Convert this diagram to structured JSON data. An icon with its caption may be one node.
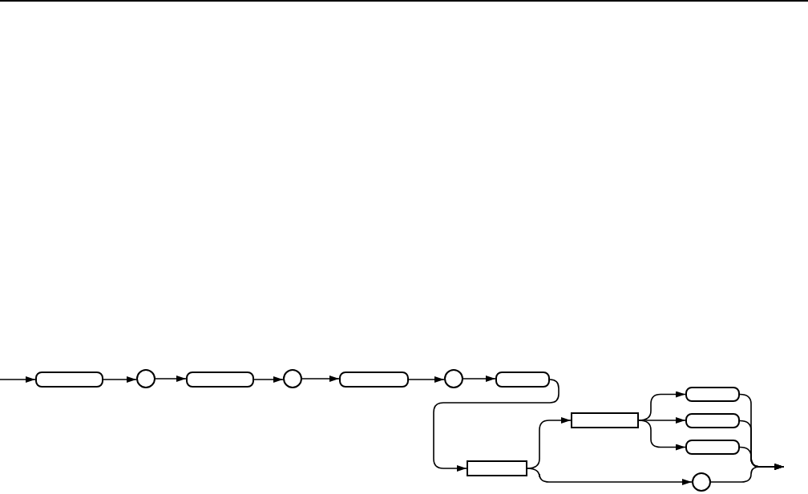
{
  "diagram": {
    "nodes": [
      {
        "text": [],
        "shape": "box"
      },
      {
        "text": [],
        "shape": "circle"
      },
      {
        "text": [],
        "shape": "box"
      },
      {
        "text": [],
        "shape": "circle"
      },
      {
        "text": [],
        "shape": "box"
      },
      {
        "text": [],
        "shape": "circle"
      },
      {
        "text": [],
        "shape": "box"
      },
      {
        "text": [],
        "shape": "box"
      },
      {
        "text": [],
        "shape": "box"
      },
      {
        "text": [],
        "shape": "box"
      },
      {
        "text": [],
        "shape": "box"
      },
      {
        "text": [],
        "shape": "box"
      },
      {
        "text": [],
        "shape": "circle"
      }
    ],
    "edges": [
      {
        "from": null,
        "to": 0,
        "arrow": "to"
      },
      {
        "from": 0,
        "to": 1,
        "arrow": "to"
      },
      {
        "from": 1,
        "to": 2,
        "arrow": "to"
      },
      {
        "from": 2,
        "to": 3,
        "arrow": "to"
      },
      {
        "from": 3,
        "to": 4,
        "arrow": "to"
      },
      {
        "from": 4,
        "to": 5,
        "arrow": "to"
      },
      {
        "from": 5,
        "to": 6,
        "arrow": "to"
      },
      {
        "from": 6,
        "to": 7,
        "arrow": "to"
      },
      {
        "from": 7,
        "to": 8,
        "arrow": "to"
      },
      {
        "from": 7,
        "to": 12,
        "arrow": "to"
      },
      {
        "from": 8,
        "to": 9,
        "arrow": "to"
      },
      {
        "from": 8,
        "to": 10,
        "arrow": "to"
      },
      {
        "from": 8,
        "to": 11,
        "arrow": "to"
      },
      {
        "from": 9,
        "to": null,
        "arrow": "to"
      },
      {
        "from": 10,
        "to": null,
        "arrow": "to"
      },
      {
        "from": 11,
        "to": null,
        "arrow": "to"
      },
      {
        "from": 12,
        "to": null,
        "arrow": "to"
      }
    ]
  }
}
